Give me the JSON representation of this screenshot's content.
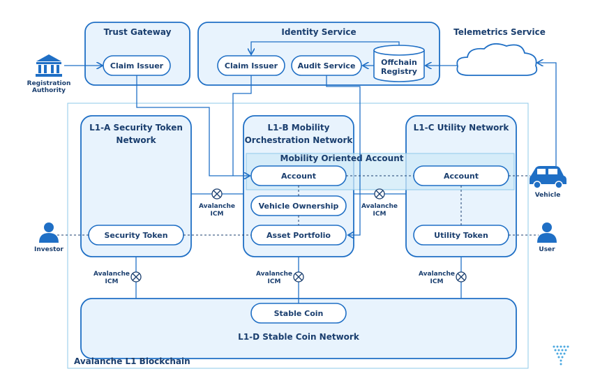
{
  "colors": {
    "line": "#1f6fc5",
    "fill": "#e8f3fd",
    "text": "#1a3e6e",
    "band": "#cfe9f7"
  },
  "containers": {
    "trust_gateway": "Trust Gateway",
    "identity_service": "Identity Service",
    "telemetrics_service": "Telemetrics Service",
    "l1a_title_1": "L1-A Security Token",
    "l1a_title_2": "Network",
    "l1b_title_1": "L1-B Mobility",
    "l1b_title_2": "Orchestration Network",
    "l1c_title": "L1-C Utility Network",
    "l1d_title": "L1-D Stable Coin Network",
    "blockchain": "Avalanche L1 Blockchain",
    "moa": "Mobility Oriented Account"
  },
  "boxes": {
    "claim_issuer_tg": "Claim Issuer",
    "claim_issuer_id": "Claim Issuer",
    "audit_service": "Audit Service",
    "offchain_1": "Offchain",
    "offchain_2": "Registry",
    "account_b": "Account",
    "vehicle_ownership": "Vehicle Ownership",
    "asset_portfolio": "Asset Portfolio",
    "account_c": "Account",
    "security_token": "Security Token",
    "utility_token": "Utility Token",
    "stable_coin": "Stable Coin"
  },
  "actors": {
    "registration_1": "Registration",
    "registration_2": "Authority",
    "investor": "Investor",
    "user": "User",
    "vehicle": "Vehicle"
  },
  "icm": {
    "line1": "Avalanche",
    "line2": "ICM"
  },
  "icons": [
    "bank-icon",
    "cloud-icon",
    "person-icon",
    "car-icon",
    "database-icon",
    "icm-cross-icon",
    "logo-icon"
  ]
}
